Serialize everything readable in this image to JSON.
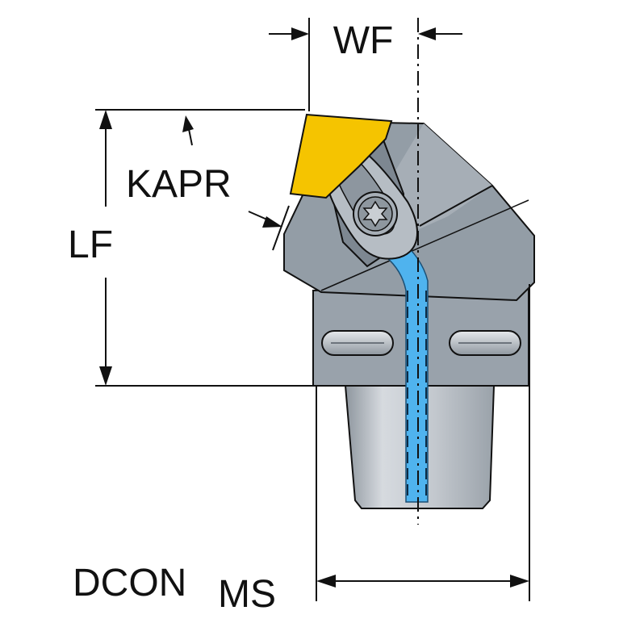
{
  "labels": {
    "wf": "WF",
    "kapr": "KAPR",
    "lf": "LF",
    "dcon_main": "DCON",
    "dcon_sub": "MS"
  },
  "colors": {
    "body_dark": "#8f99a3",
    "body_light": "#a9b1b9",
    "insert": "#f5c400",
    "coolant": "#55b6f0",
    "shank": "#c5cad0",
    "line": "#111111"
  },
  "icons": {
    "screw": "torx-screw-icon",
    "slot": "slot-icon"
  }
}
